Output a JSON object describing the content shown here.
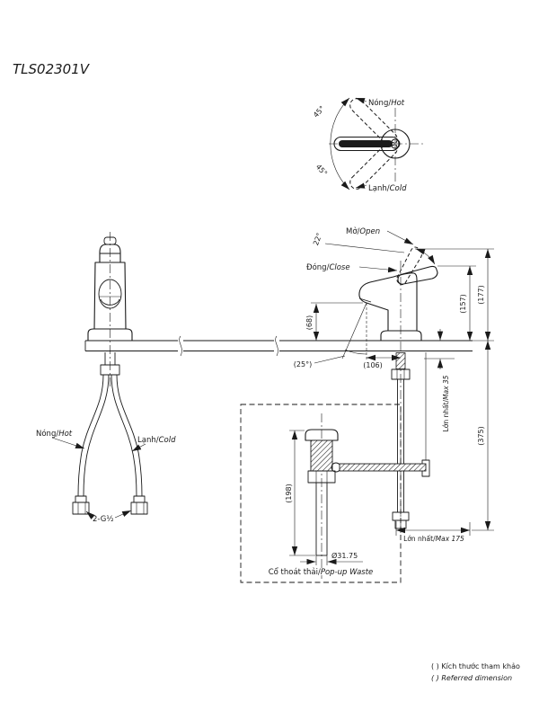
{
  "title": "TLS02301V",
  "top_view": {
    "hot_vi": "Nóng/",
    "hot_en": "Hot",
    "cold_vi": "Lạnh/",
    "cold_en": "Cold",
    "angle_upper": "45°",
    "angle_lower": "45°"
  },
  "side_view": {
    "open_vi": "Mở/",
    "open_en": "Open",
    "close_vi": "Đóng/",
    "close_en": "Close",
    "angle_open": "22°",
    "dim_closed_height": "(157)",
    "dim_open_height": "(177)",
    "dim_spout_height": "(68)",
    "angle_spout": "(25°)",
    "dim_spout_reach": "(106)",
    "max_deck_vi": "Lớn nhất/",
    "max_deck_en": "Max 35",
    "dim_overall": "(375)"
  },
  "popup": {
    "dim_height": "(198)",
    "diameter": "Ø31.75",
    "label_vi": "Cổ thoát thải/",
    "label_en": "Pop-up Waste",
    "max_rod_vi": "Lớn nhất/",
    "max_rod_en": "Max 175"
  },
  "front_view": {
    "hot_vi": "Nóng/",
    "hot_en": "Hot",
    "cold_vi": "Lạnh/",
    "cold_en": "Cold",
    "connection": "2-G½"
  },
  "footer": {
    "note_vi": "( ) Kích thước tham khảo",
    "note_en": "( ) Referred dimension"
  }
}
